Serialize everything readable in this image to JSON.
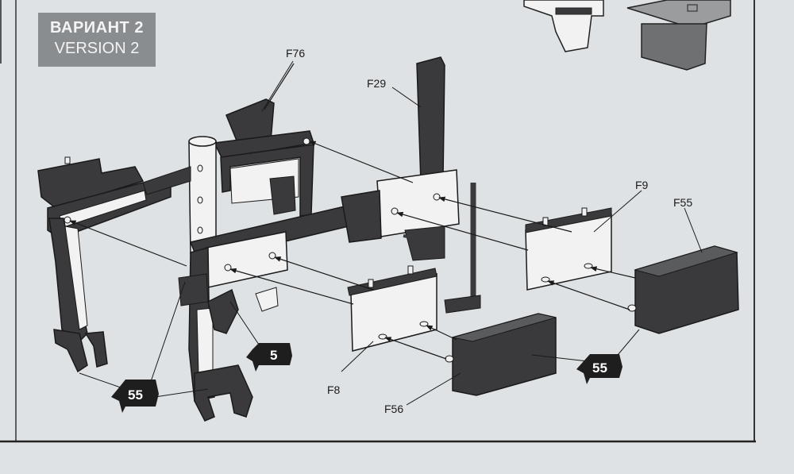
{
  "version_box": {
    "title_ru": "ВАРИАНТ 2",
    "title_en": "VERSION 2"
  },
  "part_labels": {
    "f76": "F76",
    "f29": "F29",
    "f9": "F9",
    "f55": "F55",
    "f8": "F8",
    "f56": "F56"
  },
  "badges": {
    "glue_left": "55",
    "glue_right": "55",
    "step_ref": "5"
  },
  "colors": {
    "background": "#dfe2e4",
    "part_dark": "#3a3a3c",
    "part_light": "#f2f2f2",
    "label_box": "#8a8d90",
    "badge": "#1e1e1e"
  }
}
